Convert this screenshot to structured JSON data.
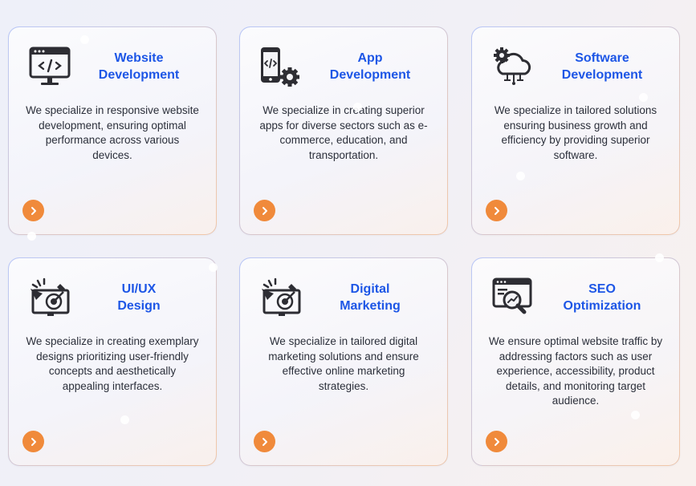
{
  "services": [
    {
      "icon": "code-window-icon",
      "title_line1": "Website",
      "title_line2": "Development",
      "description": "We specialize in responsive website development, ensuring optimal performance across various devices."
    },
    {
      "icon": "mobile-code-gear-icon",
      "title_line1": "App",
      "title_line2": "Development",
      "description": "We specialize in creating superior apps for diverse sectors such as e-commerce, education, and transportation."
    },
    {
      "icon": "cloud-gears-icon",
      "title_line1": "Software",
      "title_line2": "Development",
      "description": "We specialize in tailored solutions ensuring business growth and efficiency by providing superior software."
    },
    {
      "icon": "design-target-monitor-icon",
      "title_line1": "UI/UX",
      "title_line2": "Design",
      "description": "We specialize in creating exemplary designs prioritizing user-friendly concepts and aesthetically appealing interfaces."
    },
    {
      "icon": "marketing-target-monitor-icon",
      "title_line1": "Digital",
      "title_line2": "Marketing",
      "description": "We specialize in tailored digital marketing solutions and ensure effective online marketing strategies."
    },
    {
      "icon": "seo-search-chart-icon",
      "title_line1": "SEO",
      "title_line2": "Optimization",
      "description": "We ensure optimal website traffic by addressing factors such as user experience, accessibility, product details, and monitoring target audience."
    }
  ],
  "colors": {
    "title": "#1d56e6",
    "text": "#2b2f3a",
    "arrow_button": "#f08a3b",
    "icon": "#2d2d33"
  }
}
